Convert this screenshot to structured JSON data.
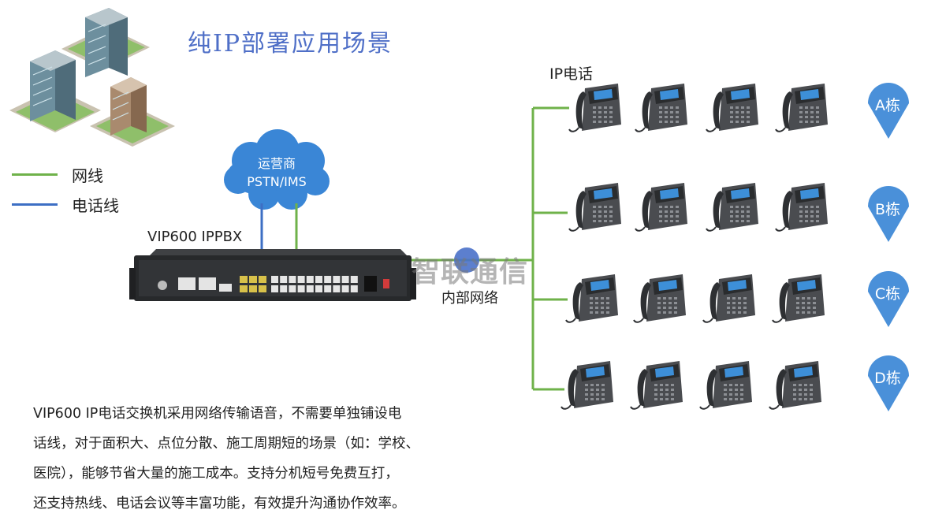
{
  "title": "纯IP部署应用场景",
  "legend": {
    "items": [
      {
        "label": "网线",
        "color": "#6fb24a"
      },
      {
        "label": "电话线",
        "color": "#3d6fc4"
      }
    ]
  },
  "device": {
    "label": "VIP600 IPPBX"
  },
  "cloud": {
    "line1": "运营商",
    "line2": "PSTN/IMS",
    "color": "#3a86d6"
  },
  "network": {
    "label": "内部网络"
  },
  "watermark": "智联通信",
  "phones": {
    "label": "IP电话"
  },
  "buildings": [
    {
      "label": "A栋",
      "phone_count": 4
    },
    {
      "label": "B栋",
      "phone_count": 4
    },
    {
      "label": "C栋",
      "phone_count": 4
    },
    {
      "label": "D栋",
      "phone_count": 4
    }
  ],
  "pin_color": "#4a90d9",
  "description": {
    "lines": [
      "VIP600 IP电话交换机采用网络传输语音，不需要单独铺设电",
      "话线，对于面积大、点位分散、施工周期短的场景（如：学校、",
      "医院），能够节省大量的施工成本。支持分机短号免费互打，",
      "还支持热线、电话会议等丰富功能，有效提升沟通协作效率。"
    ]
  }
}
